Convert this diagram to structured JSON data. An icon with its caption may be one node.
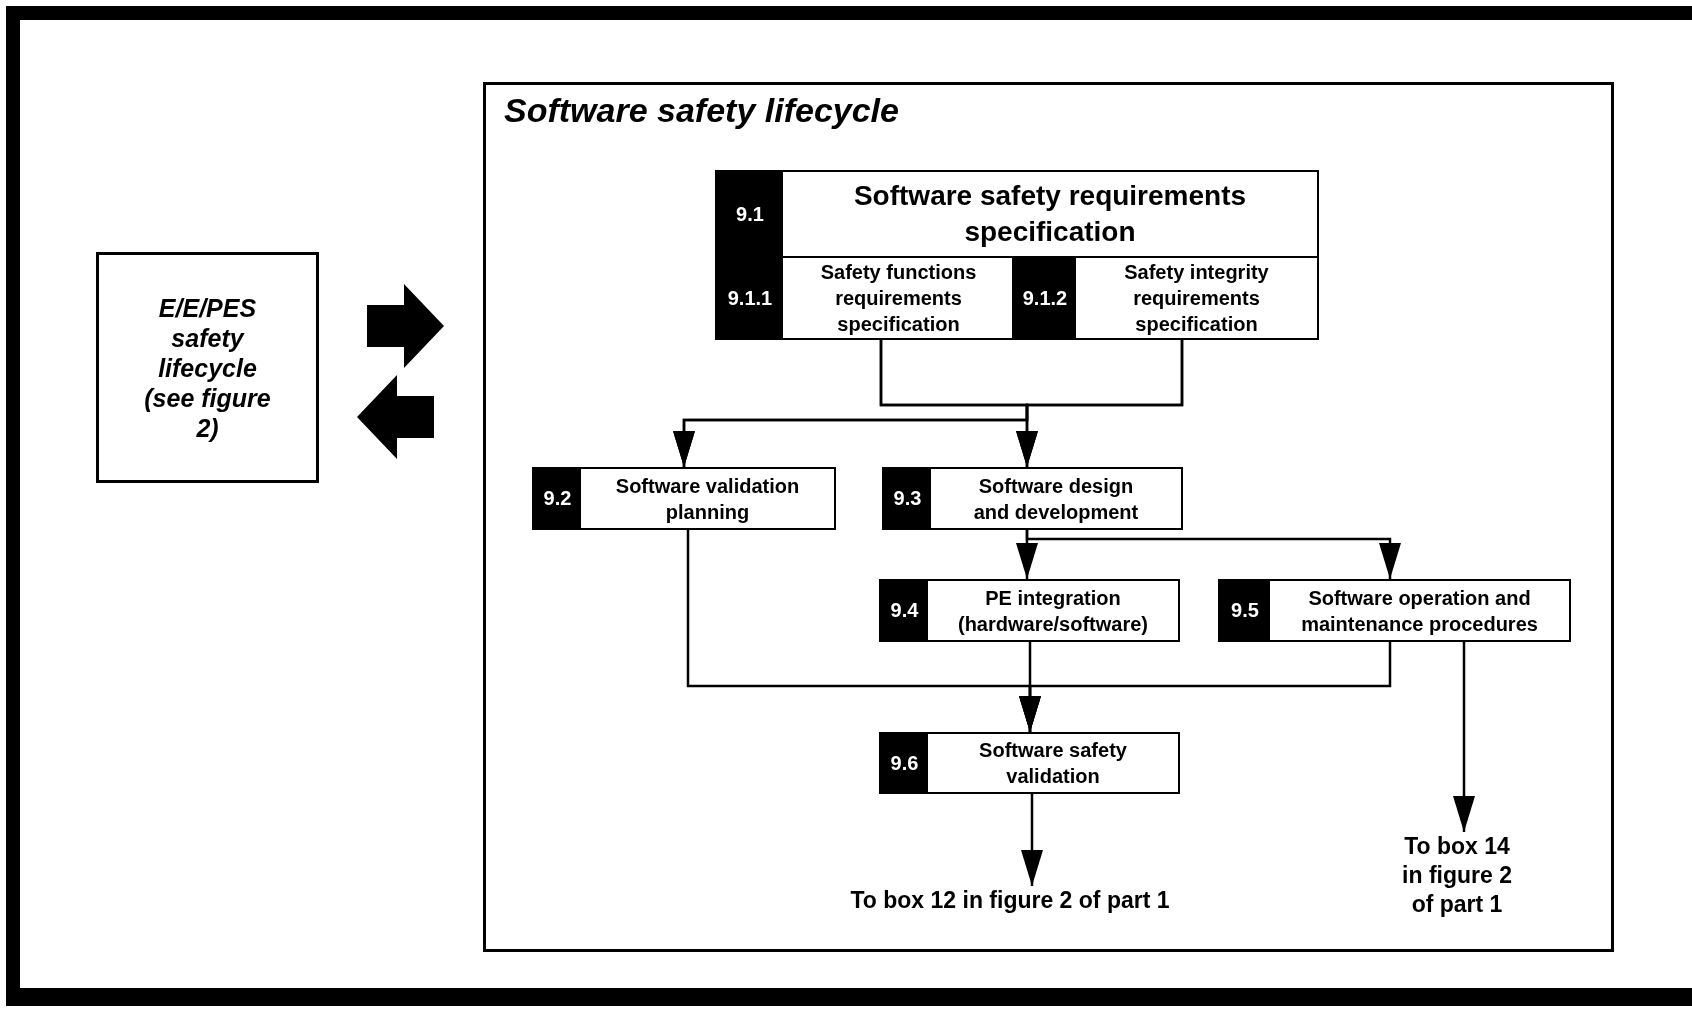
{
  "diagram": {
    "nodes": [
      {
        "text": [
          "Software safety lifecycle"
        ]
      },
      {
        "text": [
          "9.1",
          "Software safety requirements specification"
        ],
        "in": 0
      },
      {
        "text": [
          "9.1.1",
          "Safety functions requirements specification"
        ],
        "in": 0
      },
      {
        "text": [
          "9.1.2",
          "Safety integrity requirements specification"
        ],
        "in": 0
      },
      {
        "text": [
          "9.2",
          "Software validation planning"
        ],
        "in": 0
      },
      {
        "text": [
          "9.3",
          "Software design and development"
        ],
        "in": 0
      },
      {
        "text": [
          "9.4",
          "PE integration (hardware/software)"
        ],
        "in": 0
      },
      {
        "text": [
          "9.5",
          "Software operation and maintenance procedures"
        ],
        "in": 0
      },
      {
        "text": [
          "9.6",
          "Software safety validation"
        ],
        "in": 0
      },
      {
        "text": [
          "To box 12 in figure 2 of part 1"
        ],
        "in": 0
      },
      {
        "text": [
          "To box 14 in figure 2 of part 1"
        ],
        "in": 0
      },
      {
        "text": [
          "E/E/PES safety lifecycle (see figure 2)"
        ]
      }
    ],
    "edges": [
      {
        "from": 11,
        "to": 0,
        "arrow": "to",
        "style": "thick"
      },
      {
        "from": 0,
        "to": 11,
        "arrow": "to",
        "style": "thick"
      },
      {
        "from": 2,
        "to": 4,
        "arrow": "to"
      },
      {
        "from": 2,
        "to": 5,
        "arrow": "to"
      },
      {
        "from": 3,
        "to": 4,
        "arrow": "to"
      },
      {
        "from": 3,
        "to": 5,
        "arrow": "to"
      },
      {
        "from": 5,
        "to": 6,
        "arrow": "to"
      },
      {
        "from": 5,
        "to": 7,
        "arrow": "to"
      },
      {
        "from": 4,
        "to": 8,
        "arrow": "to"
      },
      {
        "from": 6,
        "to": 8,
        "arrow": "to"
      },
      {
        "from": 7,
        "to": 8,
        "arrow": "to"
      },
      {
        "from": 8,
        "to": 9,
        "arrow": "to"
      },
      {
        "from": 7,
        "to": 10,
        "arrow": "to"
      }
    ]
  }
}
